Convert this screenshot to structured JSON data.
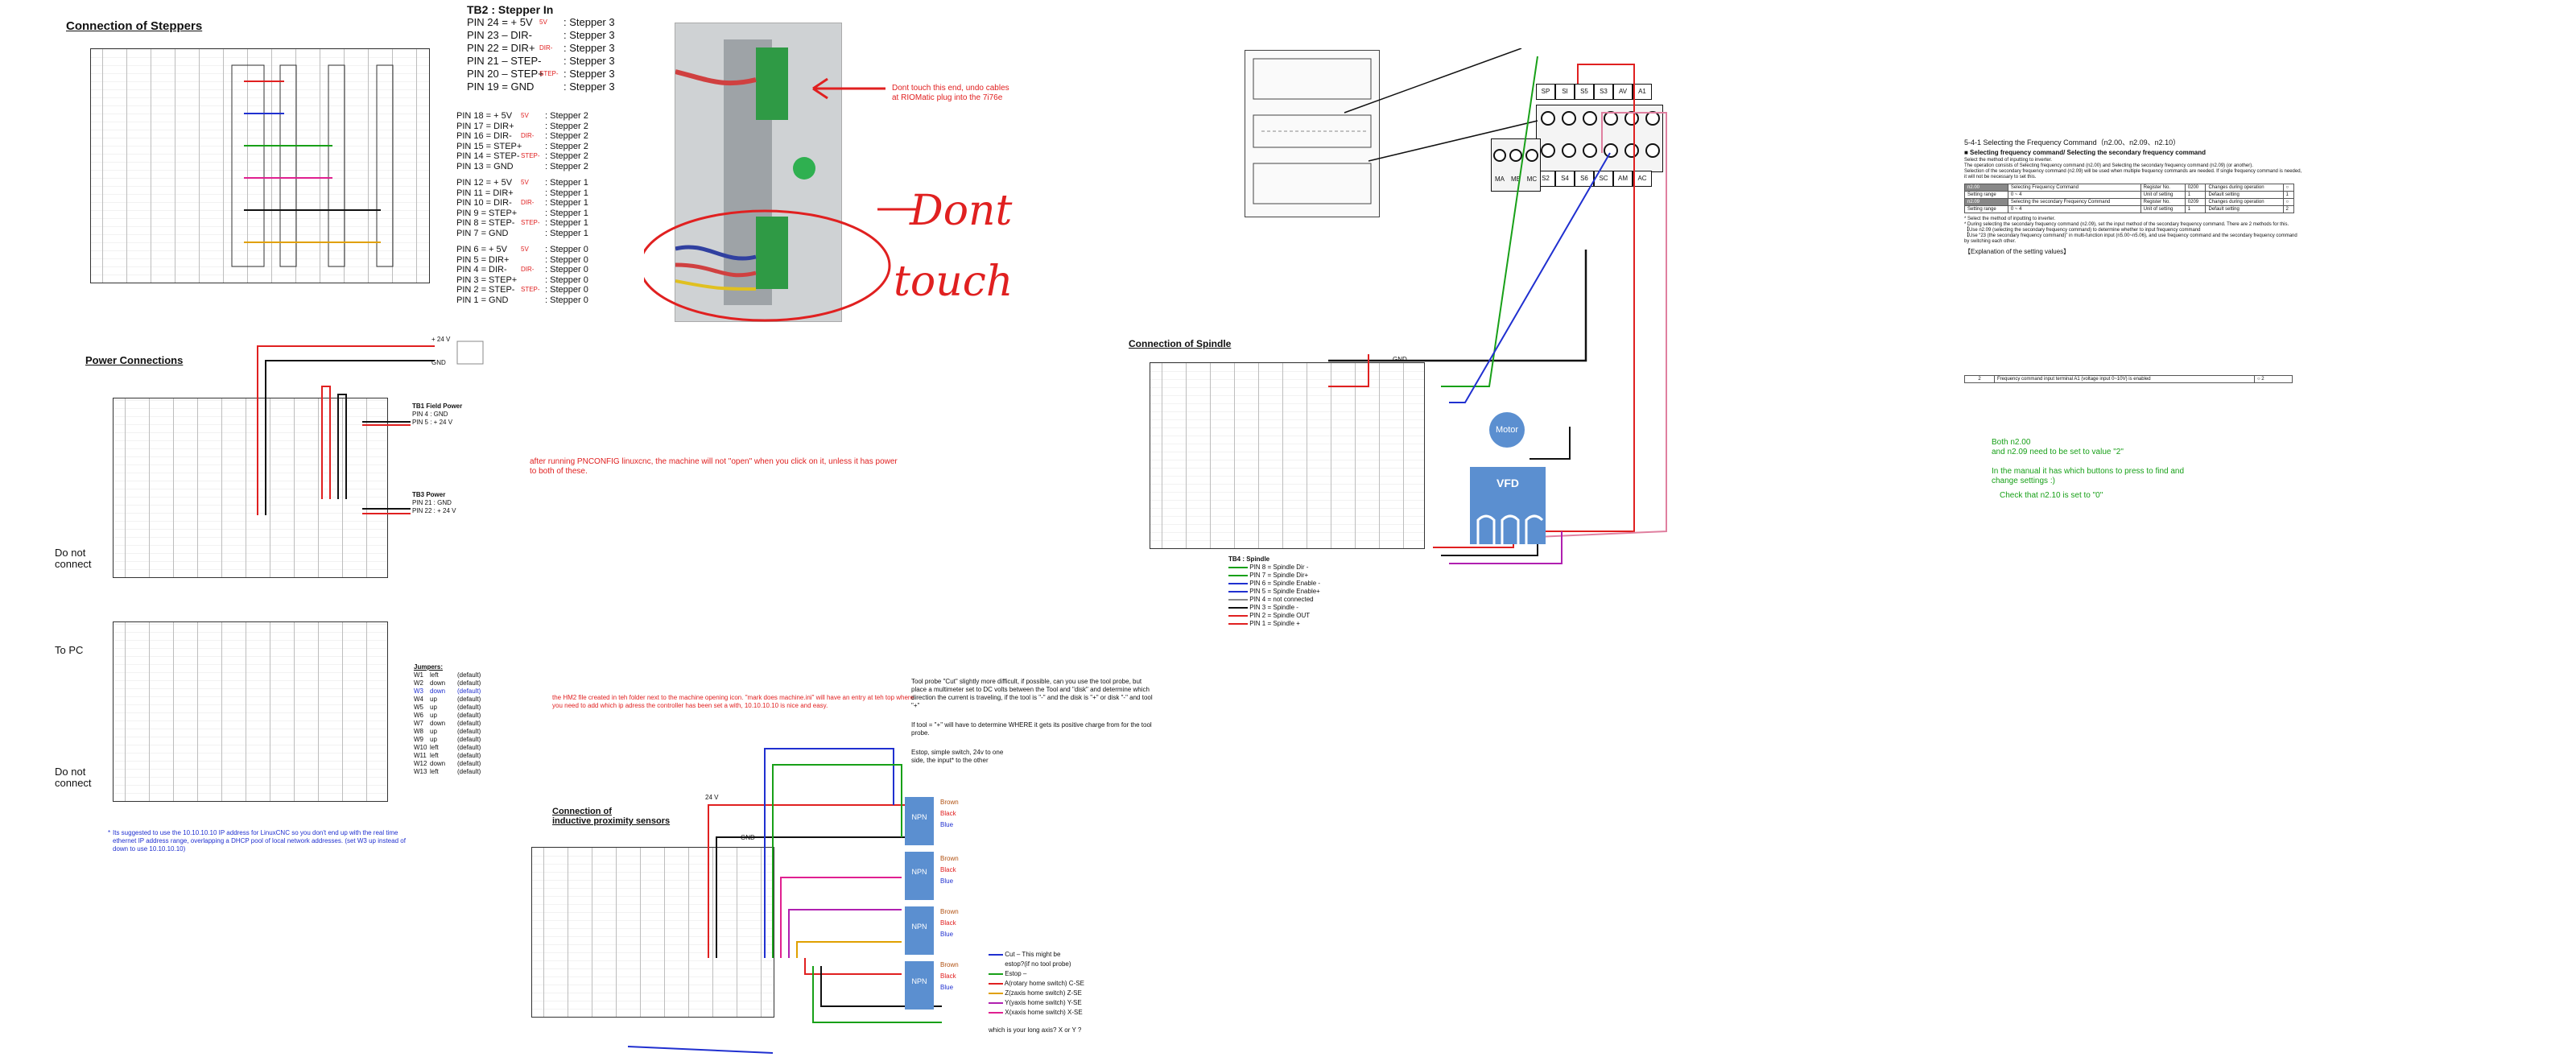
{
  "steppers": {
    "title": "Connection of Steppers",
    "tb2_title": "TB2 : Stepper In",
    "tb2_rows": [
      {
        "pin": "PIN 24 = + 5V",
        "sig": "5V",
        "dst": ": Stepper 3"
      },
      {
        "pin": "PIN 23 – DIR-",
        "sig": "",
        "dst": ": Stepper 3"
      },
      {
        "pin": "PIN 22 = DIR+",
        "sig": "DIR-",
        "dst": ": Stepper 3"
      },
      {
        "pin": "PIN 21 – STEP-",
        "sig": "",
        "dst": ": Stepper 3"
      },
      {
        "pin": "PIN 20 – STEP+",
        "sig": "STEP-",
        "dst": ": Stepper 3"
      },
      {
        "pin": "PIN 19 = GND",
        "sig": "",
        "dst": ": Stepper 3"
      }
    ],
    "groups": [
      [
        {
          "pin": "PIN 18 = + 5V",
          "sig": "5V",
          "dst": ": Stepper 2"
        },
        {
          "pin": "PIN 17 = DIR+",
          "sig": "",
          "dst": ": Stepper 2"
        },
        {
          "pin": "PIN 16 = DIR-",
          "sig": "DIR-",
          "dst": ": Stepper 2"
        },
        {
          "pin": "PIN 15 = STEP+",
          "sig": "",
          "dst": ": Stepper 2"
        },
        {
          "pin": "PIN 14 = STEP-",
          "sig": "STEP-",
          "dst": ": Stepper 2"
        },
        {
          "pin": "PIN 13 = GND",
          "sig": "",
          "dst": ": Stepper 2"
        }
      ],
      [
        {
          "pin": "PIN 12 = + 5V",
          "sig": "5V",
          "dst": ": Stepper 1"
        },
        {
          "pin": "PIN 11 = DIR+",
          "sig": "",
          "dst": ": Stepper 1"
        },
        {
          "pin": "PIN 10 = DIR-",
          "sig": "DIR-",
          "dst": ": Stepper 1"
        },
        {
          "pin": "PIN  9 = STEP+",
          "sig": "",
          "dst": ": Stepper 1"
        },
        {
          "pin": "PIN  8 = STEP-",
          "sig": "STEP-",
          "dst": ": Stepper 1"
        },
        {
          "pin": "PIN  7 = GND",
          "sig": "",
          "dst": ": Stepper 1"
        }
      ],
      [
        {
          "pin": "PIN  6 = + 5V",
          "sig": "5V",
          "dst": ": Stepper 0"
        },
        {
          "pin": "PIN  5 = DIR+",
          "sig": "",
          "dst": ": Stepper 0"
        },
        {
          "pin": "PIN  4 = DIR-",
          "sig": "DIR-",
          "dst": ": Stepper 0"
        },
        {
          "pin": "PIN  3 = STEP+",
          "sig": "",
          "dst": ": Stepper 0"
        },
        {
          "pin": "PIN  2 = STEP-",
          "sig": "STEP-",
          "dst": ": Stepper 0"
        },
        {
          "pin": "PIN  1 = GND",
          "sig": "",
          "dst": ": Stepper 0"
        }
      ]
    ]
  },
  "photo_note": "Dont touch this end, undo cables at RIOMatic plug into the 7i76e",
  "dont_touch_1": "Dont",
  "dont_touch_2": "touch",
  "power": {
    "title": "Power Connections",
    "v24": "+ 24 V",
    "gnd": "GND",
    "tb1_title": "TB1 Field Power",
    "tb1_rows": [
      "PIN 4 : GND",
      "PIN 5 : + 24 V"
    ],
    "tb3_title": "TB3 Power",
    "tb3_rows": [
      "PIN 21 : GND",
      "PIN 22 : + 24 V"
    ],
    "note": "after running PNCONFIG linuxcnc, the machine will not \"open\" when you click on it, unless it has power to both of these."
  },
  "left_labels": {
    "do_not_connect_1": "Do not connect",
    "to_pc": "To PC",
    "do_not_connect_2": "Do not connect"
  },
  "jumpers": {
    "title": "Jumpers:",
    "rows": [
      [
        "W1",
        "left",
        "(default)"
      ],
      [
        "W2",
        "down",
        "(default)"
      ],
      [
        "W3",
        "down",
        "(default)"
      ],
      [
        "W4",
        "up",
        "(default)"
      ],
      [
        "W5",
        "up",
        "(default)"
      ],
      [
        "W6",
        "up",
        "(default)"
      ],
      [
        "W7",
        "down",
        "(default)"
      ],
      [
        "W8",
        "up",
        "(default)"
      ],
      [
        "W9",
        "up",
        "(default)"
      ],
      [
        "W10",
        "left",
        "(default)"
      ],
      [
        "W11",
        "left",
        "(default)"
      ],
      [
        "W12",
        "down",
        "(default)"
      ],
      [
        "W13",
        "left",
        "(default)"
      ]
    ]
  },
  "ip_note": "Its suggested to use the 10.10.10.10 IP address for LinuxCNC so you don't end up with the real time ethernet IP address range, overlapping a DHCP pool of local network addresses. (set W3 up instead of down to use 10.10.10.10)",
  "hm2_note": "the HM2 file created in teh folder next to the machine opening icon. \"mark does machine.ini\" will have an entry at teh top where you need to add which ip adress the controller has been set a with, 10.10.10.10 is nice and easy.",
  "sensors": {
    "title_1": "Connection of",
    "title_2": "inductive proximity sensors",
    "v24": "24 V",
    "gnd": "GND",
    "tool_probe_note": "Tool probe \"Cut\" slightly more difficult, if possible, can you use the tool probe, but place a multimeter set to DC volts between the Tool and \"disk\" and determine which direction the current is traveling, if the tool is \"-\" and the disk is \"+\" or disk \"-\" and tool \"+\"",
    "tool_probe_note_2": "If tool = \"+\" will have to determine WHERE it gets its positive charge from for the tool probe.",
    "estop_note": "Estop, simple switch, 24v to one side, the input* to the other",
    "units": [
      {
        "label": "NPN",
        "wires": [
          "Brown",
          "Black",
          "Blue"
        ]
      },
      {
        "label": "NPN",
        "wires": [
          "Brown",
          "Black",
          "Blue"
        ]
      },
      {
        "label": "NPN",
        "wires": [
          "Brown",
          "Black",
          "Blue"
        ]
      },
      {
        "label": "NPN",
        "wires": [
          "Brown",
          "Black",
          "Blue"
        ]
      }
    ],
    "legend": [
      {
        "text": "Cut – This might be",
        "color": "#2030d0"
      },
      {
        "text": "estop?(if no tool probe)",
        "color": "#111"
      },
      {
        "text": "Estop –",
        "color": "#18a018"
      },
      {
        "text": "A(rotary home switch)  C-SE",
        "color": "#e02020"
      },
      {
        "text": "Z(zaxis home switch)     Z-SE",
        "color": "#e0a000"
      },
      {
        "text": "Y(yaxis home switch)     Y-SE",
        "color": "#b020b0"
      },
      {
        "text": "X(xaxis home switch)     X-SE",
        "color": "#e02090"
      }
    ],
    "long_axis_note": "which is your long axis? X or Y ?"
  },
  "spindle": {
    "title": "Connection of Spindle",
    "gnd": "GND",
    "motor": "Motor",
    "vfd": "VFD",
    "tb4_title": "TB4 : Spindle",
    "tb4_rows": [
      {
        "text": "PIN  8 = Spindle Dir -",
        "color": "#18a018"
      },
      {
        "text": "PIN  7 = Spindle Dir+",
        "color": "#18a018"
      },
      {
        "text": "PIN  6 = Spindle Enable -",
        "color": "#2030d0"
      },
      {
        "text": "PIN  5 = Spindle Enable+",
        "color": "#2030d0"
      },
      {
        "text": "PIN  4 = not connected",
        "color": "#888"
      },
      {
        "text": "PIN  3 = Spindle -",
        "color": "#111"
      },
      {
        "text": "PIN  2 = Spindle OUT",
        "color": "#e02020"
      },
      {
        "text": "PIN  1 = Spindle +",
        "color": "#e02020"
      }
    ],
    "terminals_top": [
      "SP",
      "SI",
      "S5",
      "S3",
      "AV",
      "A1"
    ],
    "terminals_bottom": [
      "S2",
      "S4",
      "S6",
      "SC",
      "AM",
      "AC"
    ],
    "relay": [
      "MA",
      "MB",
      "MC"
    ]
  },
  "freq": {
    "heading": "5-4-1  Selecting the Frequency Command（n2.00、n2.09、n2.10）",
    "subheading": "■ Selecting frequency command/ Selecting the secondary frequency command",
    "body": [
      "Select the method of inputting to inverter.",
      "The operation consists of Selecting frequency command (n2.00) and Selecting the secondary frequency command (n2.09) (or another).",
      "Selection of the secondary frequency command (n2.09) will be used when multiple frequency commands are needed. If single frequency command is needed, it will not be necessary to set this."
    ],
    "table": [
      [
        "n2.00",
        "Selecting Frequency Command",
        "Register No.",
        "0200",
        "Changes during operation",
        "○"
      ],
      [
        "Setting range",
        "0 ~ 4",
        "Unit of setting",
        "1",
        "Default setting",
        "1"
      ],
      [
        "n2.09",
        "Selecting the secondary Frequency Command",
        "Register No.",
        "0209",
        "Changes during operation",
        "○"
      ],
      [
        "Setting range",
        "0 ~ 4",
        "Unit of setting",
        "1",
        "Default setting",
        "2"
      ]
    ],
    "notes": [
      "* Select the method of inputting to inverter.",
      "* During selecting the secondary frequency command (n2.09), set the input method of the secondary frequency command. There are 2 methods for this.",
      "【Use n2.09 (selecting the secondary frequency command) to determine whether to input frequency command",
      "【Use “23 (the secondary frequency command)” in multi-function input (n5.00~n5.06), and use frequency command and the secondary frequency command by switching each other."
    ],
    "explain": "【Explanation of the setting values】",
    "row2": [
      "2",
      "Frequency command input terminal A1 (voltage input 0~10V) is enabled",
      "○  2"
    ],
    "green_note_1": "Both n2.00",
    "green_note_2": "and n2.09 need to be set to value \"2\"",
    "green_note_3": "In the manual it has which buttons to press to find and change settings :)",
    "green_note_4": "Check that n2.10 is set to \"0\""
  }
}
